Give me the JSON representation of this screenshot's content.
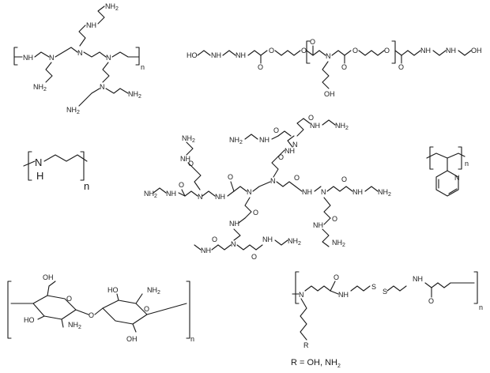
{
  "labels": {
    "nh2": "NH",
    "nh2_sub": "2",
    "n": "N",
    "nh": "NH",
    "h": "H",
    "oh": "OH",
    "ho": "HO",
    "o": "O",
    "s": "S",
    "r": "R",
    "repeat": "n"
  },
  "legend": {
    "r_group": "R = OH, NH",
    "r_group_sub": "2"
  }
}
